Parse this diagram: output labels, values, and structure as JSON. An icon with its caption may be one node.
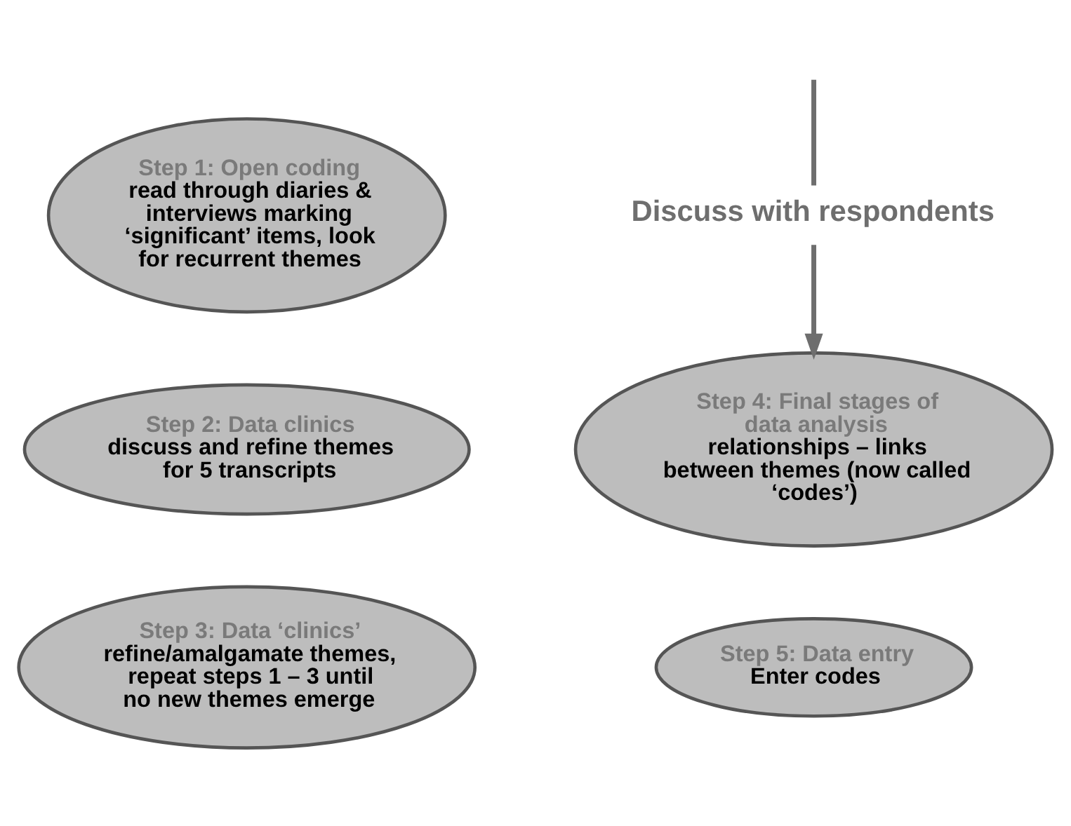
{
  "diagram": {
    "nodes": [
      {
        "text": [
          "Step 1: Open coding",
          "read through diaries & interviews marking ‘significant’ items, look for recurrent themes"
        ]
      },
      {
        "text": [
          "Step 2: Data clinics",
          "discuss and refine themes for 5 transcripts"
        ]
      },
      {
        "text": [
          "Step 3: Data ‘clinics’",
          "refine/amalgamate themes, repeat steps 1 – 3 until no new themes emerge"
        ]
      },
      {
        "text": [
          "Discuss with respondents"
        ]
      },
      {
        "text": [
          "Step 4: Final stages of data analysis",
          "relationships – links between themes (now called ‘codes’)"
        ]
      },
      {
        "text": [
          "Step 5: Data entry",
          "Enter codes"
        ]
      }
    ],
    "edges": [
      {
        "from": null,
        "to": 3,
        "arrow": "none"
      },
      {
        "from": 3,
        "to": 4,
        "arrow": "to"
      }
    ]
  }
}
